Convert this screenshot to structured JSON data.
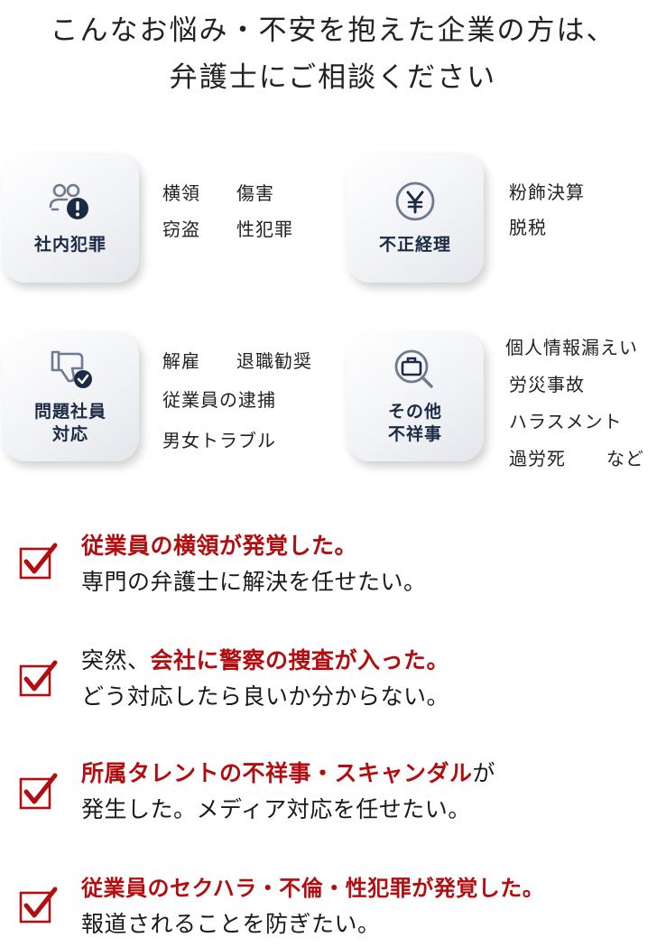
{
  "heading": {
    "line1": "こんなお悩み・不安を抱えた企業の方は、",
    "line2": "弁護士にご相談ください"
  },
  "cards": [
    {
      "label": "社内犯罪",
      "icon": "people-alert-icon"
    },
    {
      "label": "不正経理",
      "icon": "yen-coin-icon"
    },
    {
      "label": "問題社員\n対応",
      "icon": "thumbs-down-check-icon"
    },
    {
      "label": "その他\n不祥事",
      "icon": "magnifier-briefcase-icon"
    }
  ],
  "keywords": {
    "crime": [
      "横領",
      "傷害",
      "窃盗",
      "性犯罪"
    ],
    "accounting": [
      "粉飾決算",
      "脱税"
    ],
    "employee": [
      "解雇",
      "退職勧奨",
      "従業員の逮捕",
      "男女トラブル"
    ],
    "other": [
      "個人情報漏えい",
      "労災事故",
      "ハラスメント",
      "過労死",
      "など"
    ]
  },
  "items": [
    {
      "line1_red": "従業員の横領が発覚した。",
      "line1_black": "",
      "line1_black_pre": "",
      "line2": "専門の弁護士に解決を任せたい。"
    },
    {
      "line1_black_pre": "突然、",
      "line1_red": "会社に警察の捜査が入った。",
      "line1_black": "",
      "line2": "どう対応したら良いか分からない。"
    },
    {
      "line1_black_pre": "",
      "line1_red": "所属タレントの不祥事・スキャンダル",
      "line1_black": "が",
      "line2": "発生した。メディア対応を任せたい。"
    },
    {
      "line1_black_pre": "",
      "line1_red": "従業員のセクハラ・不倫・性犯罪が発覚した。",
      "line1_black": "",
      "line2": "報道されることを防ぎたい。"
    }
  ],
  "colors": {
    "accent_red": "#b30d10",
    "icon_navy": "#1b2a45"
  }
}
